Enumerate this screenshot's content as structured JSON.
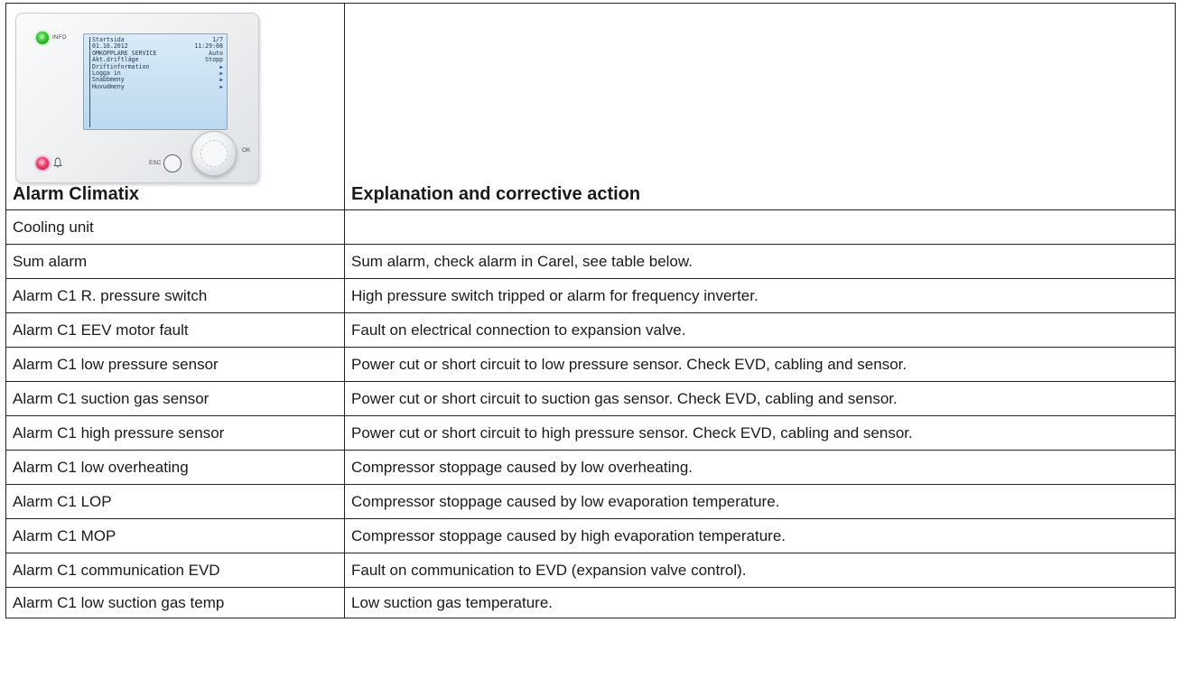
{
  "device": {
    "info_label": "INFO",
    "bell_icon": "bell-icon",
    "esc_label": "ESC",
    "ok_label": "OK",
    "screen": {
      "title": "Startsida",
      "page": "1/7",
      "date": "01.10.2012",
      "time": "11:29:08",
      "rows": [
        {
          "left": "OMKOPPLARE SERVICE",
          "right": "Auto"
        },
        {
          "left": "Akt.driftläge",
          "right": "Stopp"
        },
        {
          "left": "Driftinformation",
          "right": "▶"
        },
        {
          "left": "Logga in",
          "right": "▶"
        },
        {
          "left": "Snabbmeny",
          "right": "▶"
        },
        {
          "left": "Huvudmeny",
          "right": "▶"
        }
      ]
    }
  },
  "table": {
    "header": {
      "col1": "Alarm Climatix",
      "col2": "Explanation and corrective action"
    },
    "rows": [
      {
        "alarm": "Cooling unit",
        "explanation": ""
      },
      {
        "alarm": "Sum alarm",
        "explanation": "Sum alarm, check alarm in Carel, see table below."
      },
      {
        "alarm": "Alarm C1 R. pressure switch",
        "explanation": "High pressure switch tripped or alarm for frequency inverter."
      },
      {
        "alarm": "Alarm C1 EEV motor fault",
        "explanation": "Fault on electrical connection to expansion valve."
      },
      {
        "alarm": "Alarm C1 low pressure sensor",
        "explanation": "Power cut or short circuit to low pressure sensor. Check EVD, cabling and sensor."
      },
      {
        "alarm": "Alarm C1 suction gas sensor",
        "explanation": "Power cut or short circuit to suction gas sensor. Check EVD, cabling and sensor."
      },
      {
        "alarm": "Alarm C1 high pressure sensor",
        "explanation": "Power cut or short circuit to high pressure sensor. Check EVD, cabling and sensor."
      },
      {
        "alarm": "Alarm C1 low overheating",
        "explanation": "Compressor stoppage caused by low overheating."
      },
      {
        "alarm": "Alarm C1 LOP",
        "explanation": "Compressor stoppage caused by low evaporation temperature."
      },
      {
        "alarm": "Alarm C1 MOP",
        "explanation": "Compressor stoppage caused by high evaporation temperature."
      },
      {
        "alarm": "Alarm C1 communication EVD",
        "explanation": "Fault on communication to EVD (expansion valve control)."
      },
      {
        "alarm": "Alarm C1 low suction gas temp",
        "explanation": "Low suction gas temperature."
      }
    ]
  }
}
